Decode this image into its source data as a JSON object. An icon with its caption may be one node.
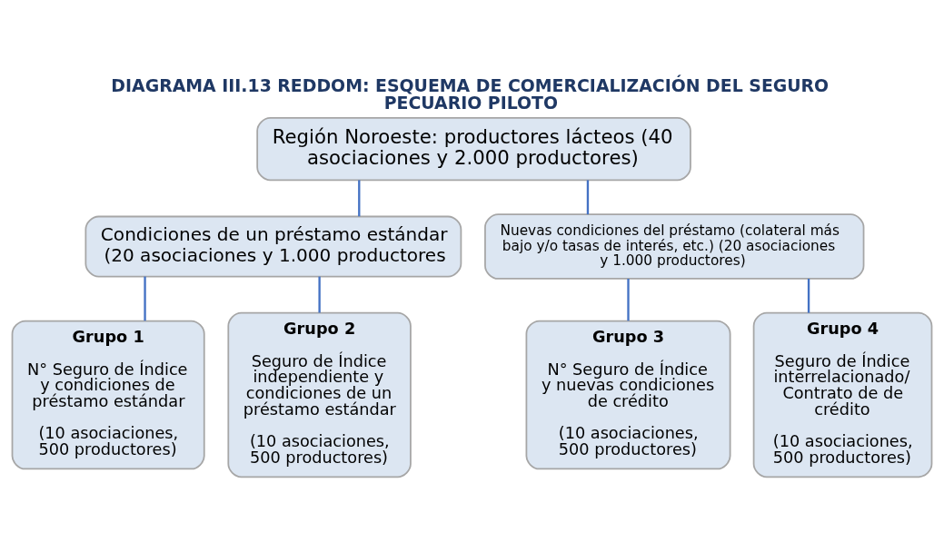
{
  "diagram": {
    "title": "DIAGRAMA III.13 REDDOM: ESQUEMA DE COMERCIALIZACIÓN DEL SEGURO PECUARIO PILOTO",
    "nodes": [
      {
        "text": [
          "Región Noroeste: productores lácteos (40 asociaciones y 2.000 productores)"
        ]
      },
      {
        "text": [
          "Condiciones de un préstamo estándar (20 asociaciones y 1.000 productores"
        ]
      },
      {
        "text": [
          "Nuevas condiciones del préstamo (colateral más bajo y/o tasas de interés, etc.) (20 asociaciones y 1.000 productores)"
        ]
      },
      {
        "text": [
          "Grupo 1",
          "N° Seguro de Índice y condiciones de préstamo estándar",
          "(10 asociaciones, 500 productores)"
        ]
      },
      {
        "text": [
          "Grupo 2",
          "Seguro de Índice independiente y condiciones de un préstamo estándar",
          "(10 asociaciones, 500 productores)"
        ]
      },
      {
        "text": [
          "Grupo 3",
          "N° Seguro de Índice y nuevas condiciones de crédito",
          "(10 asociaciones, 500 productores)"
        ]
      },
      {
        "text": [
          "Grupo 4",
          "Seguro de Índice interrelacionado/ Contrato de de crédito",
          "(10 asociaciones, 500 productores)"
        ]
      }
    ],
    "edges": [
      {
        "from": 0,
        "to": 1,
        "arrow": "none"
      },
      {
        "from": 0,
        "to": 2,
        "arrow": "none"
      },
      {
        "from": 1,
        "to": 3,
        "arrow": "none"
      },
      {
        "from": 1,
        "to": 4,
        "arrow": "none"
      },
      {
        "from": 2,
        "to": 5,
        "arrow": "none"
      },
      {
        "from": 2,
        "to": 6,
        "arrow": "none"
      }
    ]
  }
}
